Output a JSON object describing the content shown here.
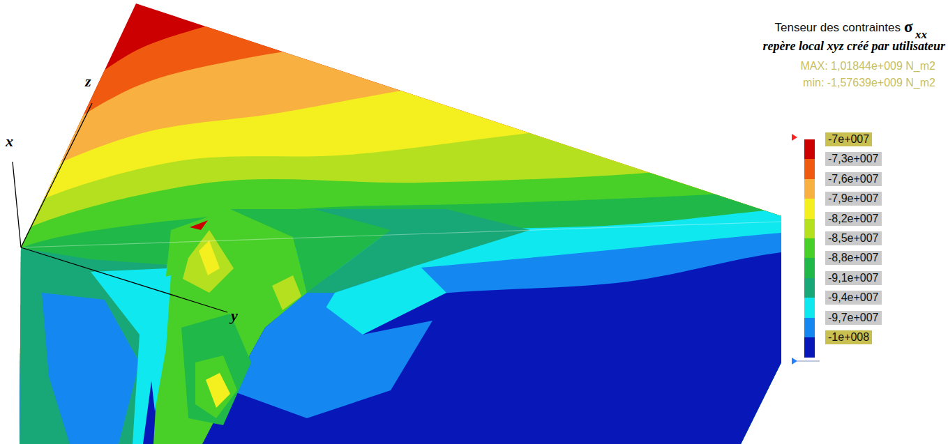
{
  "diagram": {
    "title": "Tenseur des contraintes",
    "labels": [
      "σ",
      "xx",
      "repère local xyz créé par utilisateur",
      "MAX: 1,01844e+009 N_m2",
      "min: -1,57639e+009 N_m2",
      "x",
      "y",
      "z"
    ],
    "legend": [
      {
        "text": "-7e+007",
        "color": "#cc0000"
      },
      {
        "text": "-7,3e+007",
        "color": "#f05a10"
      },
      {
        "text": "-7,6e+007",
        "color": "#f8b040"
      },
      {
        "text": "-7,9e+007",
        "color": "#f4f020"
      },
      {
        "text": "-8,2e+007",
        "color": "#b4e020"
      },
      {
        "text": "-8,5e+007",
        "color": "#48d028"
      },
      {
        "text": "-8,8e+007",
        "color": "#20b848"
      },
      {
        "text": "-9,1e+007",
        "color": "#18a878"
      },
      {
        "text": "-9,4e+007",
        "color": "#10e8f0"
      },
      {
        "text": "-9,7e+007",
        "color": "#1488f0"
      },
      {
        "text": "-1e+008",
        "color": "#0818b8"
      }
    ]
  }
}
